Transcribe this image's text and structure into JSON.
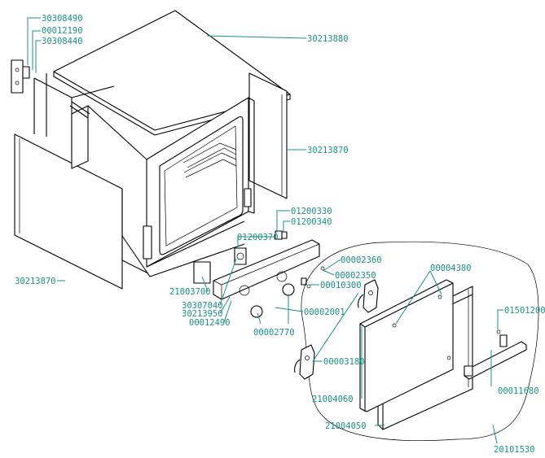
{
  "diagram": {
    "accent_color": "#1a8f86",
    "labels": [
      {
        "id": "p30308490",
        "text": "30308490"
      },
      {
        "id": "p00012190",
        "text": "00012190"
      },
      {
        "id": "p30308440",
        "text": "30308440"
      },
      {
        "id": "p30213880",
        "text": "30213880"
      },
      {
        "id": "p30213870a",
        "text": "30213870"
      },
      {
        "id": "p30213870b",
        "text": "30213870"
      },
      {
        "id": "p01200330",
        "text": "01200330"
      },
      {
        "id": "p01200340",
        "text": "01200340"
      },
      {
        "id": "p01200370",
        "text": "01200370"
      },
      {
        "id": "p00002360",
        "text": "00002360"
      },
      {
        "id": "p00002350",
        "text": "00002350"
      },
      {
        "id": "p00010300",
        "text": "00010300"
      },
      {
        "id": "p00004380",
        "text": "00004380"
      },
      {
        "id": "p21003700",
        "text": "21003700"
      },
      {
        "id": "p30307040",
        "text": "30307040"
      },
      {
        "id": "p30213950",
        "text": "30213950"
      },
      {
        "id": "p00002001",
        "text": "00002001"
      },
      {
        "id": "p00012490",
        "text": "00012490"
      },
      {
        "id": "p00002770",
        "text": "00002770"
      },
      {
        "id": "p01501200",
        "text": "01501200"
      },
      {
        "id": "p00003180",
        "text": "00003180"
      },
      {
        "id": "p00011680",
        "text": "00011680"
      },
      {
        "id": "p21004060",
        "text": "21004060"
      },
      {
        "id": "p21004050",
        "text": "21004050"
      },
      {
        "id": "p20101530",
        "text": "20101530"
      }
    ]
  }
}
